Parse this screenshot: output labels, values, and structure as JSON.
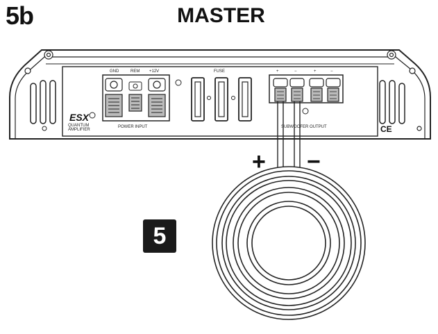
{
  "figure": {
    "label": "5b",
    "title": "MASTER",
    "step_number": "5"
  },
  "amplifier": {
    "power_input": {
      "terminal_labels": [
        "GND",
        "REM",
        "+12V"
      ],
      "caption": "POWER INPUT"
    },
    "fuse_label": "FUSE",
    "speaker_output": {
      "terminal_marks": [
        "+",
        "−",
        "+",
        "−"
      ],
      "caption": "SUBWOOFER OUTPUT"
    },
    "brand_logo_text": "ESX",
    "brand_subtext": [
      "QUANTUM",
      "AMPLIFIER"
    ],
    "ce_mark": "CE"
  },
  "wiring": {
    "plus_sign": "+",
    "minus_sign": "−"
  },
  "colors": {
    "line": "#222222",
    "panel": "#ffffff",
    "badge_bg": "#1a1a1a"
  }
}
